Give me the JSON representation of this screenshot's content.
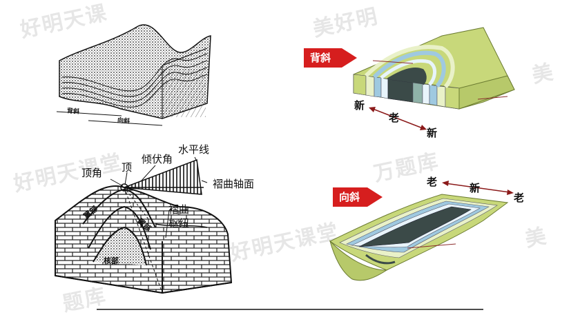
{
  "watermark": {
    "text_1": "好明天课",
    "text_2": "美好明",
    "text_3": "好明天课堂",
    "text_4": "万题库",
    "text_5": "美好明天课堂",
    "text_6": "题库",
    "text_7": "美"
  },
  "top_left": {
    "anticline_label": "背斜",
    "syncline_label": "向斜"
  },
  "bottom_left": {
    "apex_angle": "顶角",
    "apex": "顶",
    "plunge_angle": "倾伏角",
    "horizontal_line": "水平线",
    "axial_plane": "褶曲轴面",
    "hinge_line": "褶曲\n枢纽",
    "limb_left": "翼部",
    "limb_right": "翼部",
    "core": "核部"
  },
  "anticline_block": {
    "tag": "背斜",
    "new_left": "新",
    "old": "老",
    "new_right": "新"
  },
  "syncline_block": {
    "tag": "向斜",
    "old_left": "老",
    "new": "新",
    "old_right": "老"
  },
  "colors": {
    "tag_red": "#d61e1e",
    "layer_green": "#c8d87a",
    "layer_blue": "#9fc9e0",
    "core_dark": "#3b4a48"
  }
}
